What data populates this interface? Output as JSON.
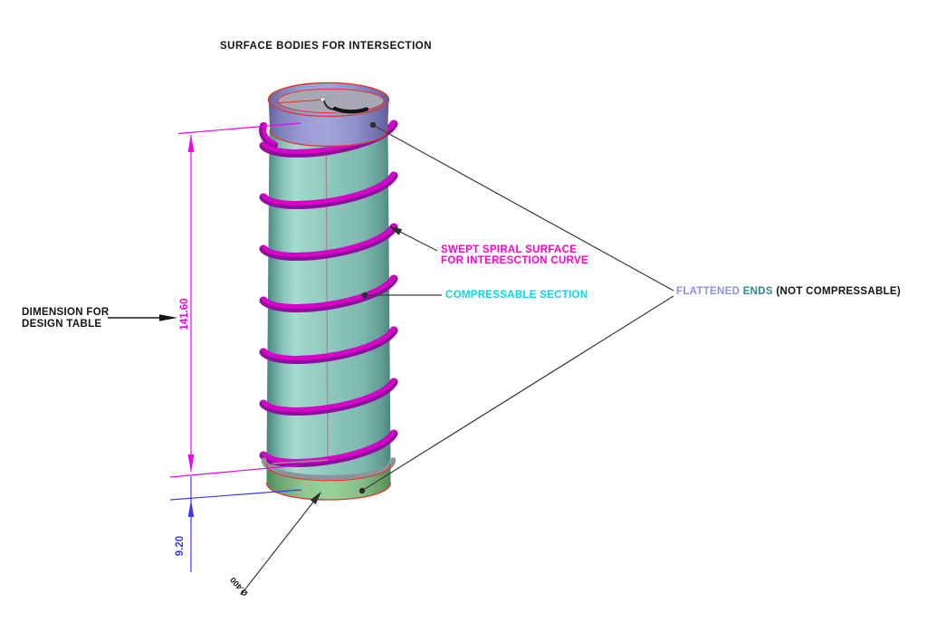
{
  "title": "SURFACE BODIES FOR INTERSECTION",
  "annotations": {
    "swept": {
      "line1": "SWEPT SPIRAL SURFACE",
      "line2": "FOR INTERESCTION CURVE",
      "color": "#ff00cc"
    },
    "compressable": {
      "text": "COMPRESSABLE SECTION",
      "color": "#00d8ea"
    },
    "flattened": {
      "word1": "FLATTENED",
      "word2": "ENDS",
      "word3": "(NOT COMPRESSABLE)",
      "color_word1": "#9191e0",
      "color_word2": "#2e8b8b",
      "color_word3": "#141414"
    },
    "design_note": {
      "line1": "DIMENSION FOR",
      "line2": "DESIGN TABLE"
    }
  },
  "dimensions": {
    "overall_height": {
      "value": "141.60",
      "color": "#f400f0"
    },
    "end_height": {
      "value": "9.20",
      "color": "#3a3af0"
    },
    "diameter": {
      "value": "Ø.400",
      "color": "#141414"
    }
  },
  "model": {
    "body_color": "#8cc6bb",
    "spiral_color": "#d803c8",
    "top_end_color": "#9a9ad3",
    "bottom_end_color": "#8fc791",
    "top_face_color": "#a7a7b5",
    "edge_color": "#e0392b"
  }
}
